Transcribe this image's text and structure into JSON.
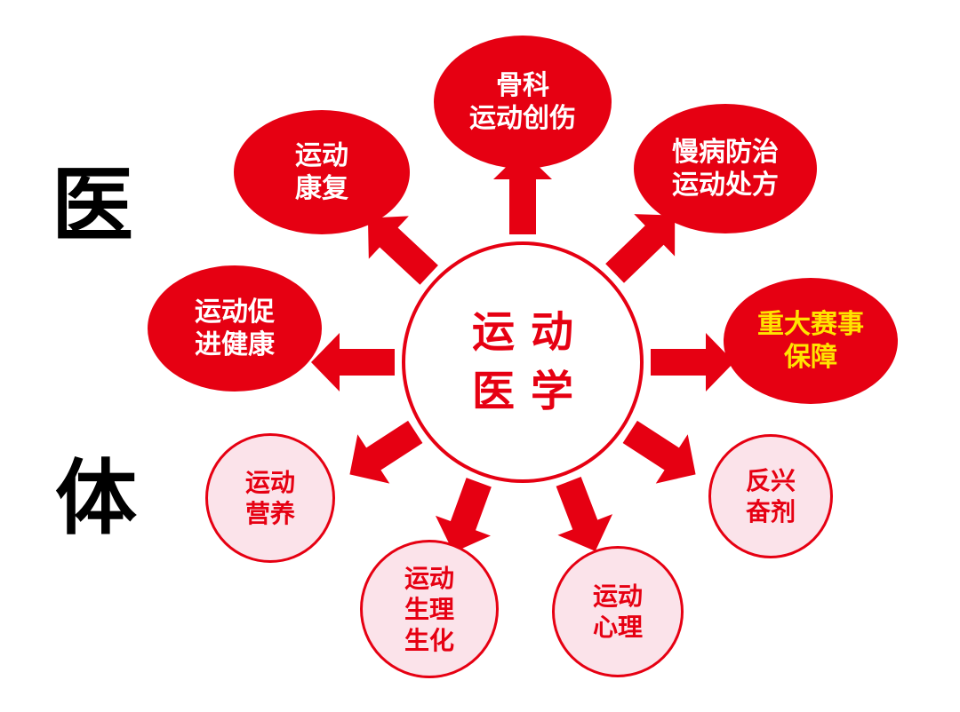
{
  "side_labels": {
    "yi": "医",
    "ti": "体"
  },
  "center": {
    "line1": "运动",
    "line2": "医学"
  },
  "nodes": {
    "orthopedics": {
      "lines": [
        "骨科",
        "运动创伤"
      ]
    },
    "rehab": {
      "lines": [
        "运动",
        "康复"
      ]
    },
    "chronic": {
      "lines": [
        "慢病防治",
        "运动处方"
      ]
    },
    "health": {
      "lines": [
        "运动促",
        "进健康"
      ]
    },
    "events": {
      "lines": [
        "重大赛事",
        "保障"
      ]
    },
    "nutrition": {
      "lines": [
        "运动",
        "营养"
      ]
    },
    "physiology": {
      "lines": [
        "运动",
        "生理",
        "生化"
      ]
    },
    "psychology": {
      "lines": [
        "运动",
        "心理"
      ]
    },
    "antidoping": {
      "lines": [
        "反兴",
        "奋剂"
      ]
    }
  },
  "colors": {
    "red": "#e60012",
    "yellow": "#ffe400",
    "pink_fill": "#fbe3ea",
    "white": "#ffffff",
    "black": "#000000"
  }
}
